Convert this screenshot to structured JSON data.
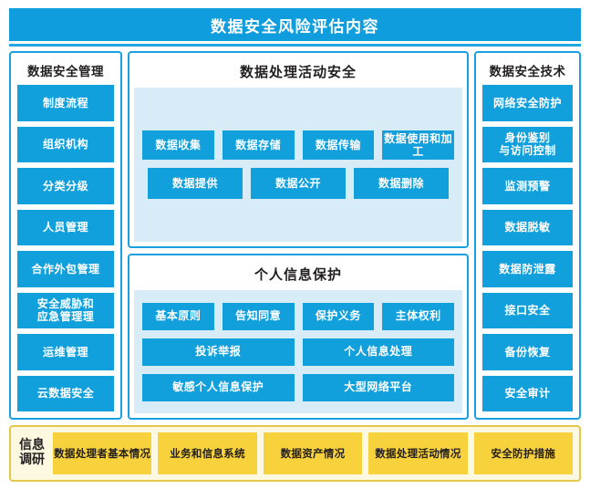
{
  "header": {
    "title": "数据安全风险评估内容",
    "banner_color": "#0f9ddd",
    "title_color": "#ffffff"
  },
  "theme": {
    "blue_button": "#11a0dc",
    "panel_border": "#18a0e0",
    "inner_band": "#d8ecf8",
    "yellow_button": "#f7d23c",
    "yellow_panel_bg": "#fdf8e0",
    "yellow_panel_border": "#e3c84b",
    "heading_text": "#231f20"
  },
  "left_panel": {
    "heading": "数据安全管理",
    "items": [
      {
        "label": "制度流程"
      },
      {
        "label": "组织机构"
      },
      {
        "label": "分类分级"
      },
      {
        "label": "人员管理"
      },
      {
        "label": "合作外包管理"
      },
      {
        "label": "安全威胁和\n应急管理理"
      },
      {
        "label": "运维管理"
      },
      {
        "label": "云数据安全"
      }
    ]
  },
  "right_panel": {
    "heading": "数据安全技术",
    "items": [
      {
        "label": "网络安全防护"
      },
      {
        "label": "身份鉴别\n与访问控制"
      },
      {
        "label": "监测预警"
      },
      {
        "label": "数据脱敏"
      },
      {
        "label": "数据防泄露"
      },
      {
        "label": "接口安全"
      },
      {
        "label": "备份恢复"
      },
      {
        "label": "安全审计"
      }
    ]
  },
  "center_top_panel": {
    "heading": "数据处理活动安全",
    "row1": [
      {
        "label": "数据收集"
      },
      {
        "label": "数据存储"
      },
      {
        "label": "数据传输"
      },
      {
        "label": "数据使用和加工"
      }
    ],
    "row2": [
      {
        "label": "数据提供"
      },
      {
        "label": "数据公开"
      },
      {
        "label": "数据删除"
      }
    ]
  },
  "center_bottom_panel": {
    "heading": "个人信息保护",
    "row1": [
      {
        "label": "基本原则"
      },
      {
        "label": "告知同意"
      },
      {
        "label": "保护义务"
      },
      {
        "label": "主体权利"
      }
    ],
    "row2": [
      {
        "label": "投诉举报"
      },
      {
        "label": "个人信息处理"
      }
    ],
    "row3": [
      {
        "label": "敏感个人信息保护"
      },
      {
        "label": "大型网络平台"
      }
    ]
  },
  "bottom_bar": {
    "label": "信息\n调研",
    "items": [
      {
        "label": "数据处理者基本情况"
      },
      {
        "label": "业务和信息系统"
      },
      {
        "label": "数据资产情况"
      },
      {
        "label": "数据处理活动情况"
      },
      {
        "label": "安全防护措施"
      }
    ]
  }
}
